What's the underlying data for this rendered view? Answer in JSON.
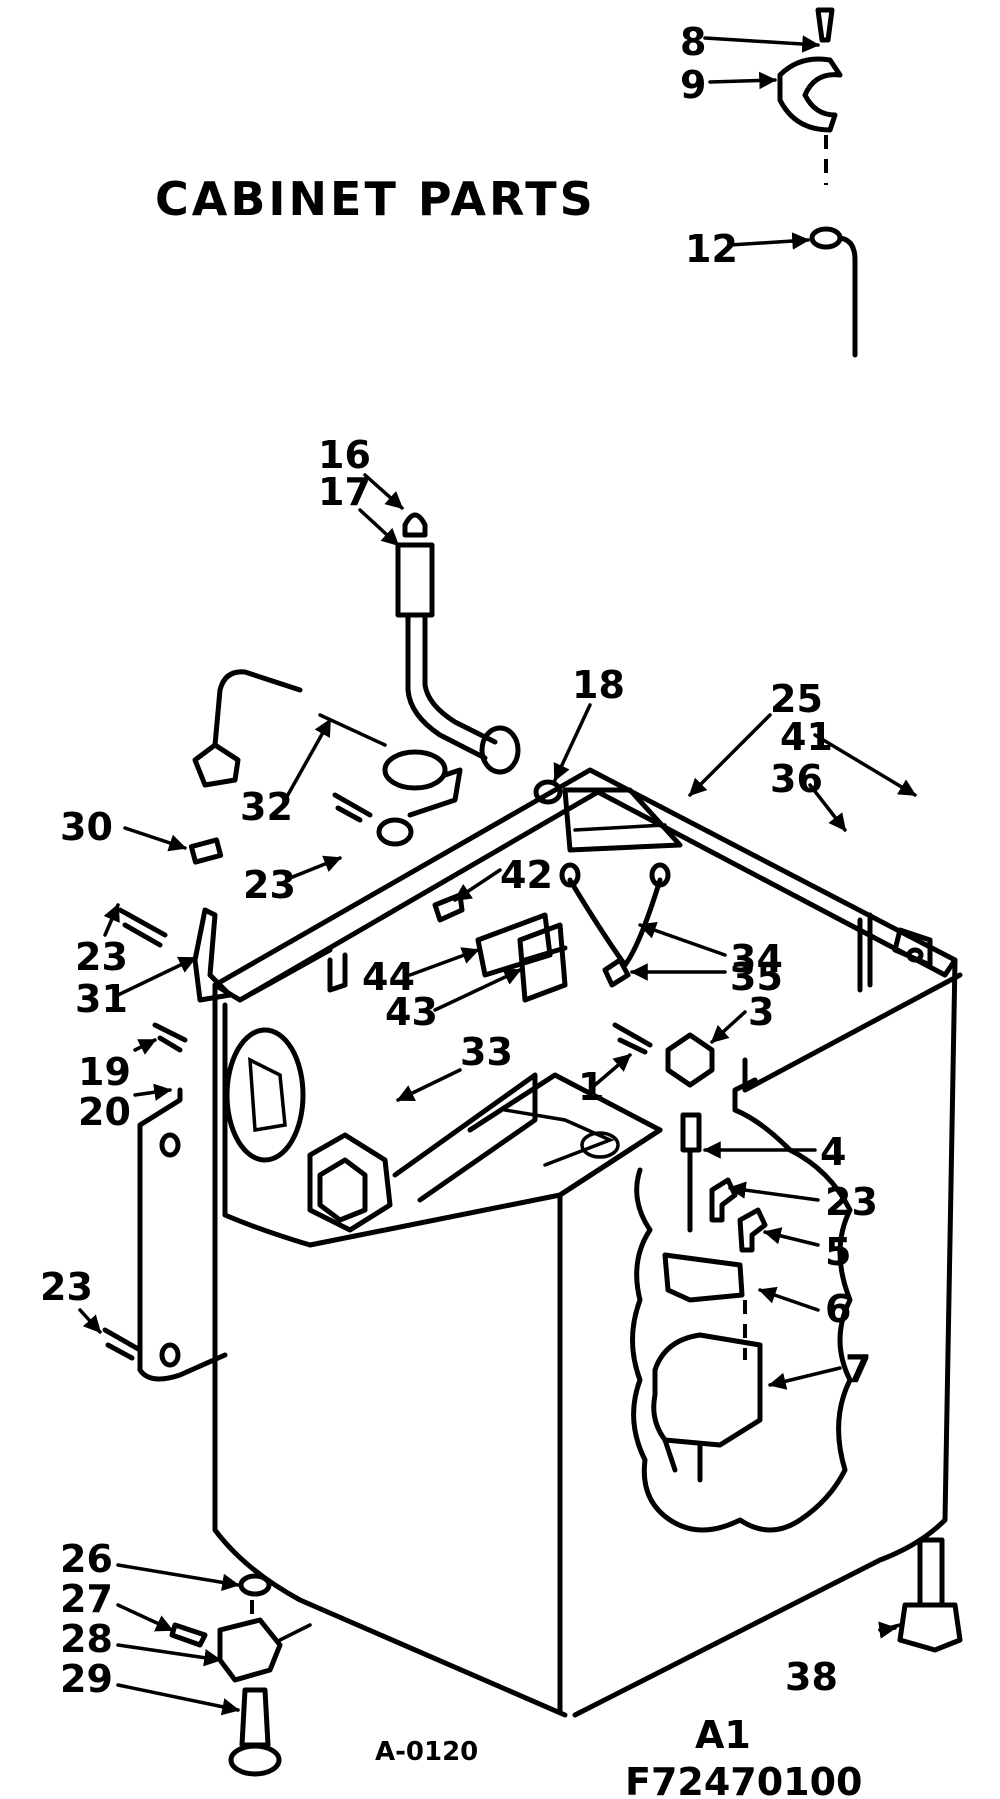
{
  "title": "CABINET PARTS",
  "drawing_code": "A-0120",
  "revision": "A1",
  "part_number": "F72470100",
  "callouts": {
    "c8": "8",
    "c9": "9",
    "c12": "12",
    "c16": "16",
    "c17": "17",
    "c18": "18",
    "c25": "25",
    "c41": "41",
    "c36": "36",
    "c30": "30",
    "c32": "32",
    "c23a": "23",
    "c42": "42",
    "c23b": "23",
    "c31": "31",
    "c34": "34",
    "c44": "44",
    "c35": "35",
    "c43": "43",
    "c3": "3",
    "c33": "33",
    "c19": "19",
    "c1": "1",
    "c20": "20",
    "c4": "4",
    "c23c": "23",
    "c5": "5",
    "c23d": "23",
    "c6": "6",
    "c7": "7",
    "c26": "26",
    "c27": "27",
    "c28": "28",
    "c29": "29",
    "c38": "38"
  }
}
